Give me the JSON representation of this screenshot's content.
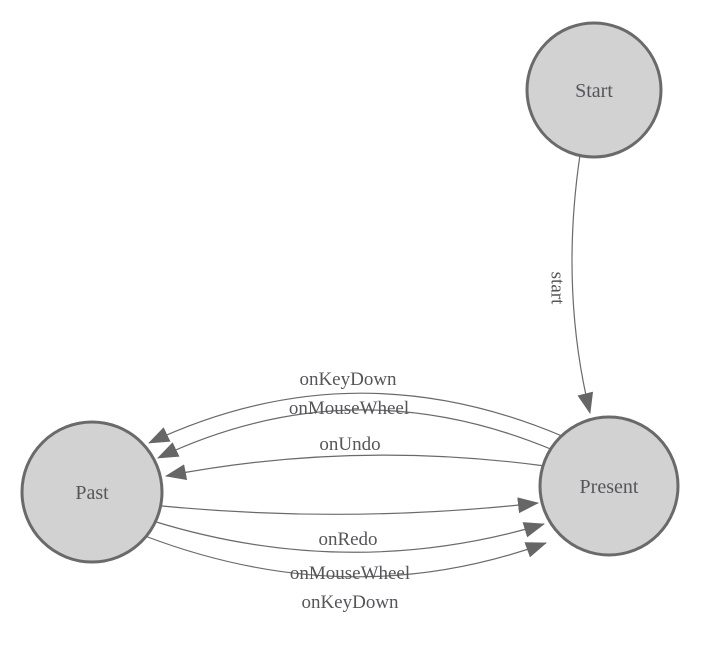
{
  "diagram_type": "state-machine",
  "colors": {
    "background": "#ffffff",
    "node_fill": "#d2d2d2",
    "node_stroke": "#6a6a6a",
    "edge_stroke": "#6a6a6a",
    "arrow_fill": "#666666",
    "text": "#54565a"
  },
  "nodes": [
    {
      "id": "start",
      "label": "Start"
    },
    {
      "id": "past",
      "label": "Past"
    },
    {
      "id": "present",
      "label": "Present"
    }
  ],
  "edges": [
    {
      "from": "Start",
      "to": "Present",
      "label": "start"
    },
    {
      "from": "Present",
      "to": "Past",
      "label": "onKeyDown"
    },
    {
      "from": "Present",
      "to": "Past",
      "label": "onMouseWheel"
    },
    {
      "from": "Present",
      "to": "Past",
      "label": "onUndo"
    },
    {
      "from": "Past",
      "to": "Present",
      "label": "onRedo"
    },
    {
      "from": "Past",
      "to": "Present",
      "label": "onMouseWheel"
    },
    {
      "from": "Past",
      "to": "Present",
      "label": "onKeyDown"
    }
  ]
}
